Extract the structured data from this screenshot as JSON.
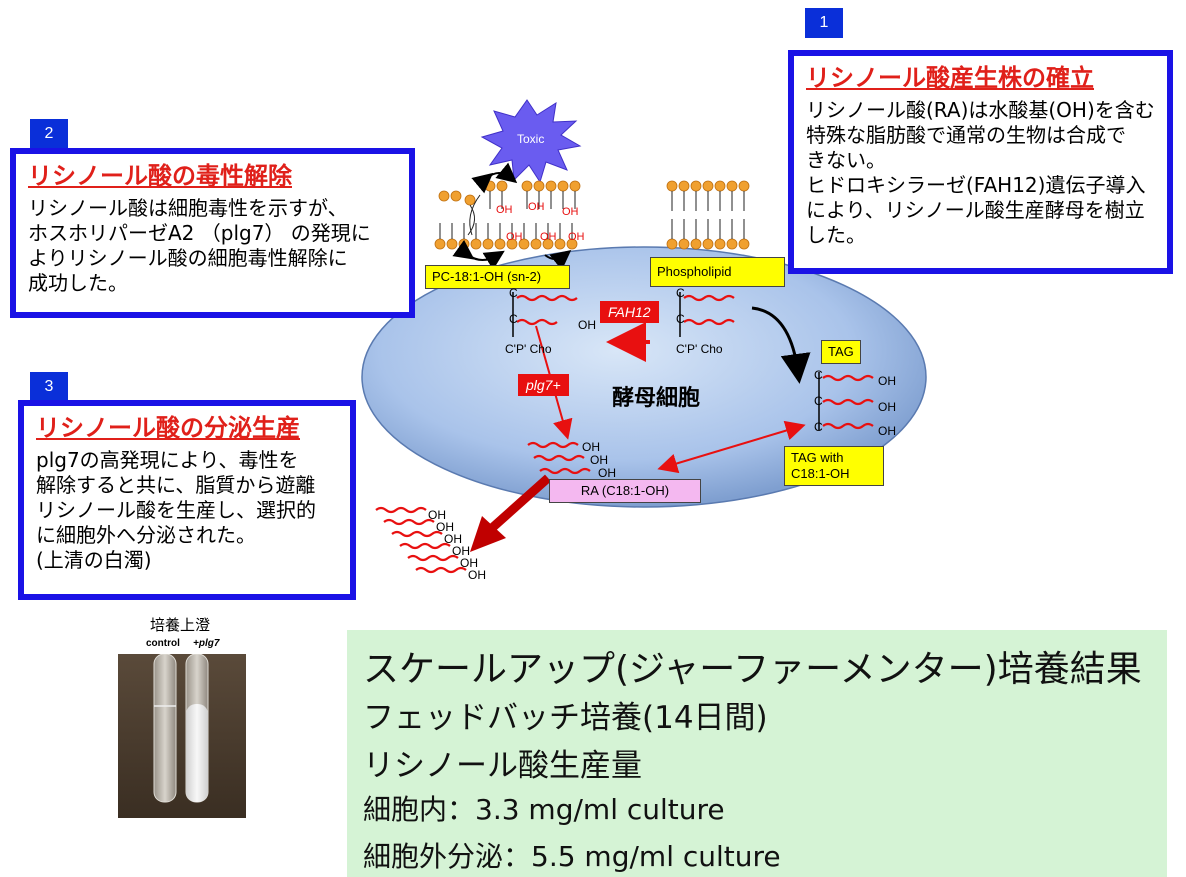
{
  "box1": {
    "number": "1",
    "title": "リシノール酸産生株の確立",
    "lines": [
      "リシノール酸(RA)は水酸基(OH)を含む",
      "特殊な脂肪酸で通常の生物は合成で",
      "きない。",
      "ヒドロキシラーゼ(FAH12)遺伝子導入",
      "により、リシノール酸生産酵母を樹立",
      "した。"
    ]
  },
  "box2": {
    "number": "2",
    "title": "リシノール酸の毒性解除",
    "lines": [
      "リシノール酸は細胞毒性を示すが、",
      "ホスホリパーゼA2 （plg7） の発現に",
      "よりリシノール酸の細胞毒性解除に",
      "成功した。"
    ]
  },
  "box3": {
    "number": "3",
    "title": "リシノール酸の分泌生産",
    "lines": [
      "plg7の高発現により、毒性を",
      "解除すると共に、脂質から遊離",
      "リシノール酸を生産し、選択的",
      "に細胞外へ分泌された。",
      "(上清の白濁)"
    ]
  },
  "diagram": {
    "toxic": "Toxic",
    "cell_label": "酵母細胞",
    "pc_label": "PC-18:1-OH (sn-2)",
    "phospholipid_label": "Phospholipid",
    "fah12_label": "FAH12",
    "plg7_label": "plg7+",
    "tag_label": "TAG",
    "tag_with_label_1": "TAG with",
    "tag_with_label_2": "C18:1-OH",
    "ra_label": "RA (C18:1-OH)",
    "cho_left": "C'P' Cho",
    "cho_right": "C'P' Cho",
    "oh": "OH",
    "c": "C"
  },
  "photo": {
    "caption": "培養上澄",
    "control": "control",
    "plg7": "+plg7"
  },
  "results": {
    "line1": "スケールアップ(ジャーファーメンター)培養結果",
    "line2": "フェッドバッチ培養(14日間)",
    "line3": "リシノール酸生産量",
    "line4": "細胞内：3.3 mg/ml culture",
    "line5": "細胞外分泌：5.5 mg/ml culture"
  },
  "colors": {
    "box_border": "#1a12e6",
    "title_red": "#e0201a",
    "cell_fill": "#a9c3ea",
    "label_yellow": "#ffff00",
    "label_pink": "#f4b8f0",
    "result_green": "#d5f3d5"
  }
}
